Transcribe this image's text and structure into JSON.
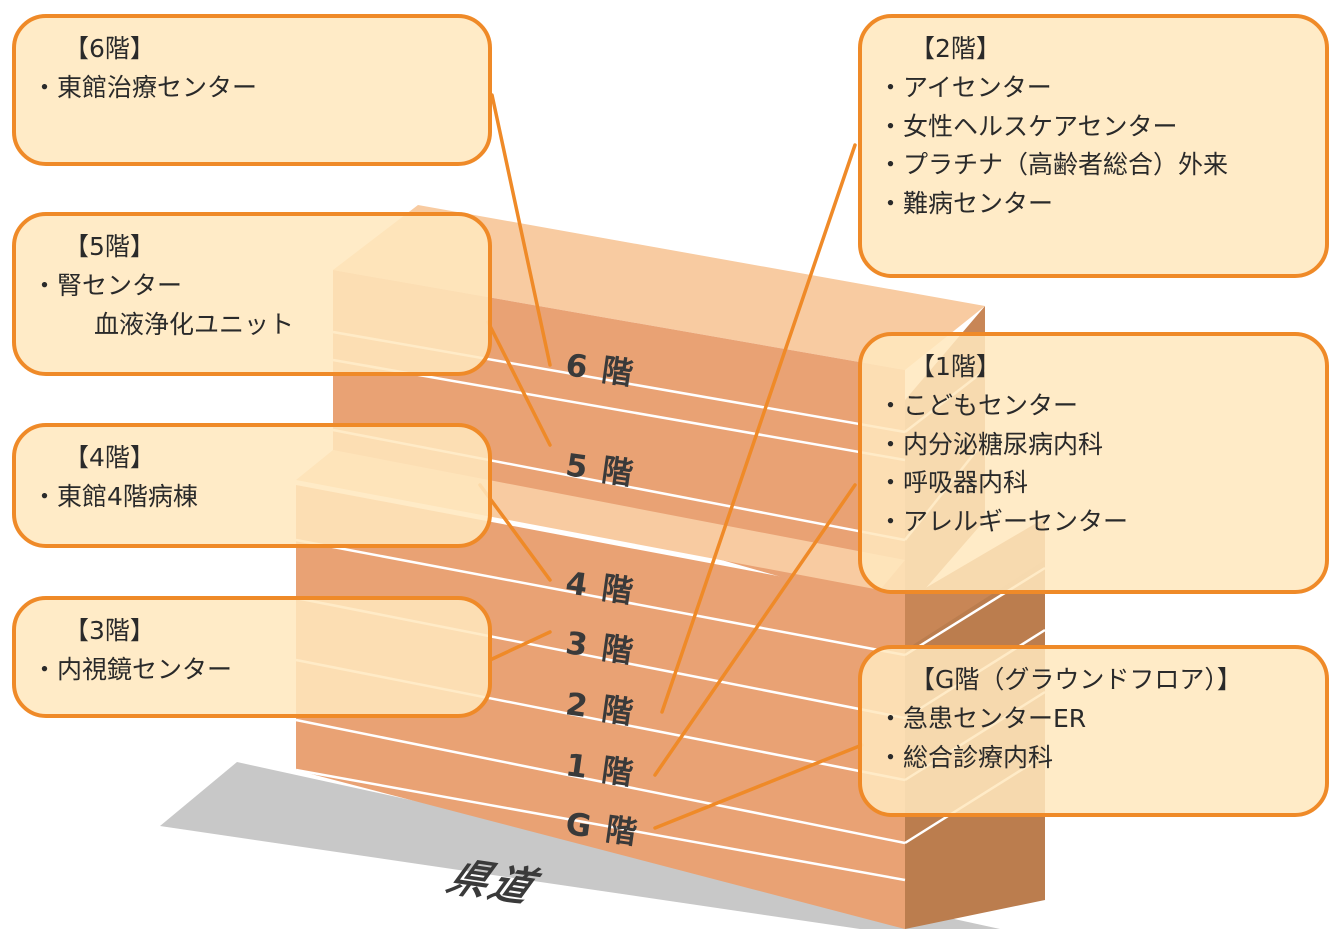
{
  "road": {
    "label": "県道"
  },
  "floors": [
    {
      "key": "6",
      "label": "6 階"
    },
    {
      "key": "5",
      "label": "5 階"
    },
    {
      "key": "4",
      "label": "4 階"
    },
    {
      "key": "3",
      "label": "3 階"
    },
    {
      "key": "2",
      "label": "2 階"
    },
    {
      "key": "1",
      "label": "1 階"
    },
    {
      "key": "g",
      "label": "G 階"
    }
  ],
  "callouts": {
    "f6": {
      "title": "【6階】",
      "items": [
        "・東館治療センター"
      ]
    },
    "f5": {
      "title": "【5階】",
      "items": [
        "・腎センター",
        "血液浄化ユニット"
      ]
    },
    "f4": {
      "title": "【4階】",
      "items": [
        "・東館4階病棟"
      ]
    },
    "f3": {
      "title": "【3階】",
      "items": [
        "・内視鏡センター"
      ]
    },
    "f2": {
      "title": "【2階】",
      "items": [
        "・アイセンター",
        "・女性ヘルスケアセンター",
        "・プラチナ（高齢者総合）外来",
        "・難病センター"
      ]
    },
    "f1": {
      "title": "【1階】",
      "items": [
        "・こどもセンター",
        "・内分泌糖尿病内科",
        "・呼吸器内科",
        "・アレルギーセンター"
      ]
    },
    "fg": {
      "title": "【G階（グラウンドフロア）】",
      "items": [
        "・急患センターER",
        "・総合診療内科"
      ]
    }
  },
  "colors": {
    "accent": "#ef8a28",
    "building_front": "#e9a274",
    "building_top": "#f8cba1",
    "building_side": "#bb7d4e",
    "road": "#c8c8c8",
    "callout_fill": "#ffe8be"
  }
}
